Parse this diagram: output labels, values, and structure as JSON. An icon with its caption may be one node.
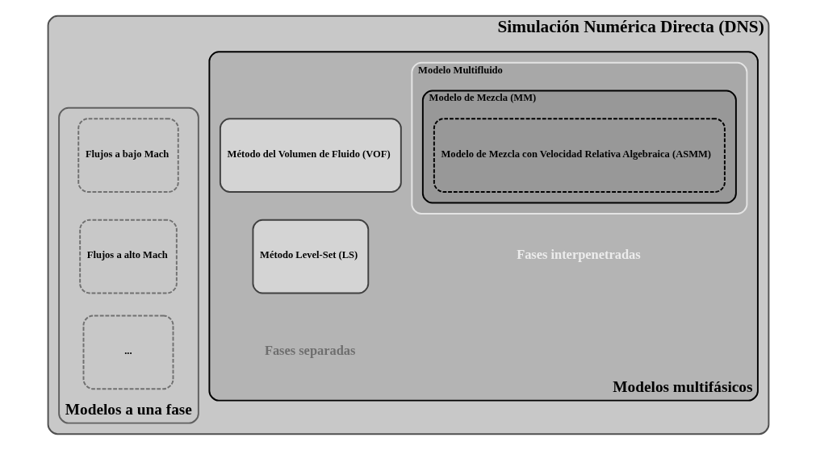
{
  "diagram": {
    "nodes": [
      {
        "text": [
          "Simulación Numérica Directa (DNS)"
        ]
      },
      {
        "text": [
          "Modelos multifásicos"
        ],
        "in": 0
      },
      {
        "text": [
          "Método del Volumen de Fluido (VOF)"
        ],
        "in": 1
      },
      {
        "text": [
          "Método Level-Set (LS)"
        ],
        "in": 1
      },
      {
        "text": [
          "Modelo Multifluido"
        ],
        "in": 1
      },
      {
        "text": [
          "Modelo de Mezcla (MM)"
        ],
        "in": 4
      },
      {
        "text": [
          "Modelo de Mezcla con Velocidad Relativa Algebraica (ASMM)"
        ],
        "in": 5
      },
      {
        "text": [
          "Modelos a una fase"
        ],
        "in": 0
      },
      {
        "text": [
          "Flujos a bajo Mach"
        ],
        "in": 7
      },
      {
        "text": [
          "Flujos a alto Mach"
        ],
        "in": 7
      },
      {
        "text": [
          "..."
        ],
        "in": 7
      }
    ],
    "edges": [],
    "labels": [
      "Fases separadas",
      "Fases interpenetradas"
    ]
  }
}
